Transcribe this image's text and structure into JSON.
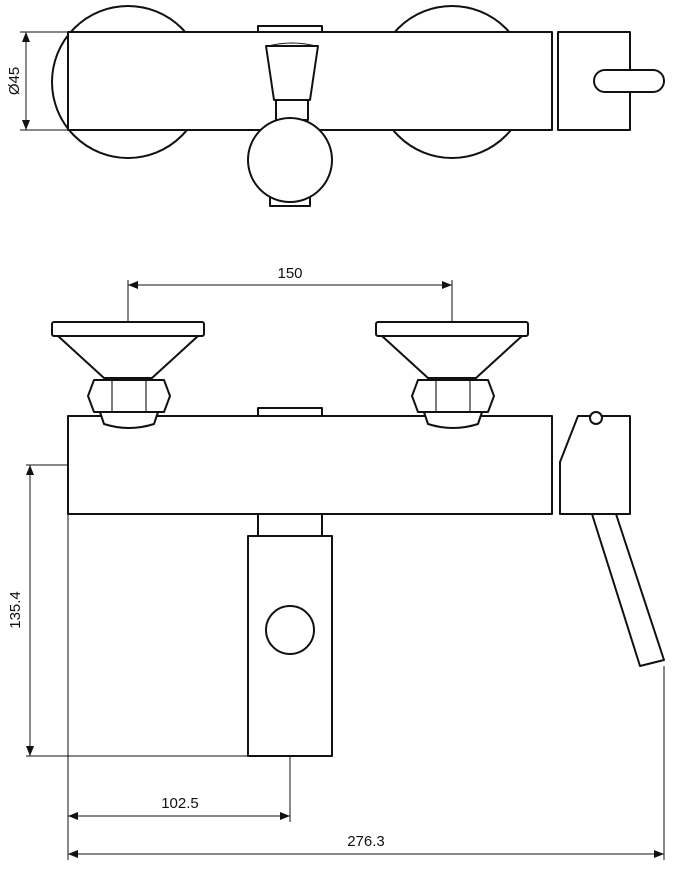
{
  "dimensions": {
    "handle_spacing": "150",
    "diameter": "Ø45",
    "outlet_height": "135.4",
    "outlet_offset": "102.5",
    "overall_width": "276.3"
  }
}
